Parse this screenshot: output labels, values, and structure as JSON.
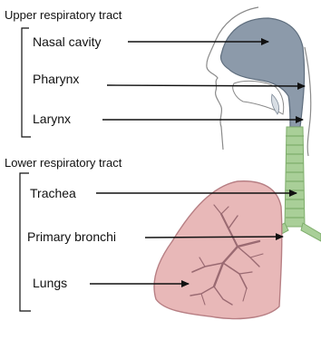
{
  "sections": {
    "upper": "Upper respiratory tract",
    "lower": "Lower respiratory tract"
  },
  "labels": {
    "nasal_cavity": "Nasal cavity",
    "pharynx": "Pharynx",
    "larynx": "Larynx",
    "trachea": "Trachea",
    "primary_bronchi": "Primary bronchi",
    "lungs": "Lungs"
  },
  "colors": {
    "airway": "#8c9aaa",
    "airway_dark": "#5f6e7e",
    "trachea": "#a9cf98",
    "trachea_ring": "#7fae6c",
    "lung_fill": "#e8b8b8",
    "lung_edge": "#b77f84",
    "bronchi": "#9a6a72",
    "arrow": "#111111"
  }
}
